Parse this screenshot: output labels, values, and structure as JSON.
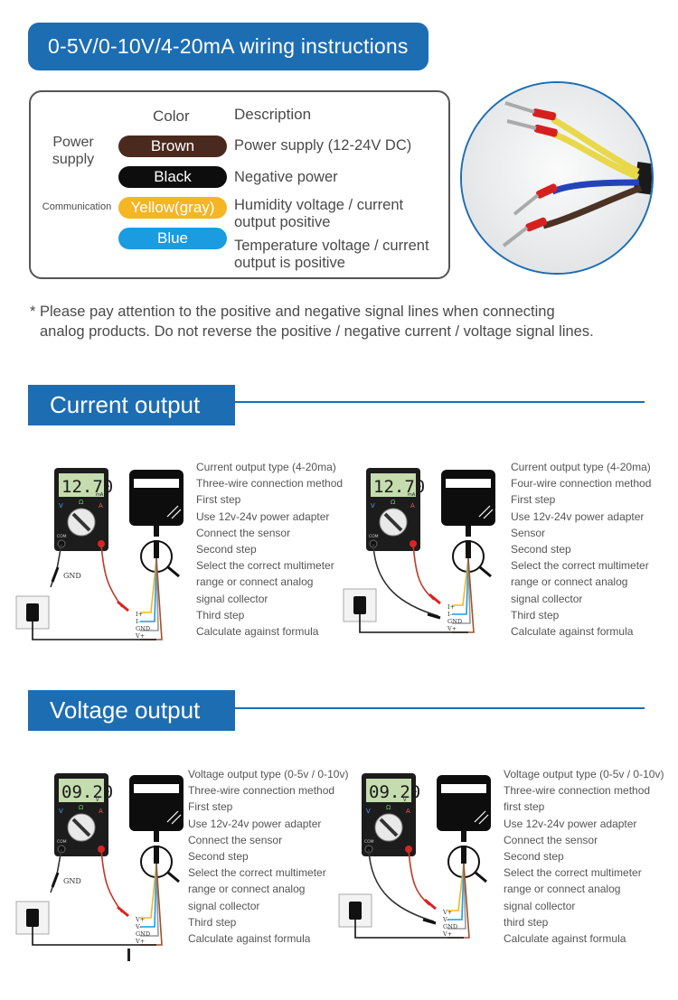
{
  "header": {
    "title": "0-5V/0-10V/4-20mA wiring instructions"
  },
  "wiring_table": {
    "color_header": "Color",
    "description_header": "Description",
    "groups": {
      "power": "Power supply",
      "communication": "Communication"
    },
    "rows": [
      {
        "color": "Brown",
        "description_lines": [
          "Power supply (12-24V DC)"
        ],
        "bg": "#4a2a1e",
        "fg": "#ffffff"
      },
      {
        "color": "Black",
        "description_lines": [
          "Negative power"
        ],
        "bg": "#0d0d0d",
        "fg": "#ffffff"
      },
      {
        "color": "Yellow(gray)",
        "description_lines": [
          "Humidity voltage / current",
          "output positive"
        ],
        "bg": "#f5b525",
        "fg": "#ffffff"
      },
      {
        "color": "Blue",
        "description_lines": [
          "Temperature voltage / current",
          "output is positive"
        ],
        "bg": "#1b9be0",
        "fg": "#ffffff"
      }
    ]
  },
  "note": {
    "line1": "* Please pay attention to the positive and negative signal lines when connecting",
    "line2": "analog products. Do not reverse the positive / negative current / voltage signal lines."
  },
  "sections": {
    "current": {
      "title": "Current output",
      "display": "12.70",
      "unit": "mA",
      "left": {
        "steps": [
          "Current output type (4-20ma)",
          "Three-wire connection method",
          "First step",
          "Use 12v-24v power adapter",
          "Connect the sensor",
          "Second step",
          "Select the correct multimeter",
          "range or connect analog",
          "signal collector",
          "Third step",
          "Calculate against formula"
        ],
        "labels": [
          "GND",
          "I+",
          "I-",
          "GND",
          "V+"
        ]
      },
      "right": {
        "steps": [
          "Current output type (4-20ma)",
          "Four-wire connection method",
          "First step",
          "Use 12v-24v power adapter",
          "Sensor",
          "Second step",
          "Select the correct multimeter",
          "range or connect analog",
          "signal collector",
          "Third step",
          "Calculate against formula"
        ],
        "labels": [
          "I+",
          "I-",
          "GND",
          "V+"
        ]
      }
    },
    "voltage": {
      "title": "Voltage output",
      "display": "09.20",
      "unit": "V",
      "left": {
        "steps": [
          "Voltage output type (0-5v / 0-10v)",
          "Three-wire connection method",
          "First step",
          "Use 12v-24v power adapter",
          "Connect the sensor",
          "Second step",
          "Select the correct multimeter",
          "range or connect analog",
          "signal collector",
          "Third step",
          "Calculate against formula"
        ],
        "labels": [
          "GND",
          "V+",
          "V-",
          "GND",
          "V+"
        ]
      },
      "right": {
        "steps": [
          "Voltage output type (0-5v / 0-10v)",
          "Three-wire connection method",
          "first step",
          "Use 12v-24v power adapter",
          "Connect the sensor",
          "Second step",
          "Select the correct multimeter",
          "range or connect analog",
          "signal collector",
          "third step",
          "Calculate against formula"
        ],
        "labels": [
          "V+",
          "V-",
          "GND",
          "V+"
        ]
      }
    }
  },
  "meter_marks": {
    "v": "V",
    "ohm": "Ω",
    "a": "A",
    "com": "COM"
  },
  "colors": {
    "accent": "#1d6db2",
    "brown": "#4a2a1e",
    "black": "#0d0d0d",
    "yellow": "#f5b525",
    "blue": "#1b9be0",
    "probe_red": "#c0392b",
    "lcd": "#c5dcae"
  }
}
